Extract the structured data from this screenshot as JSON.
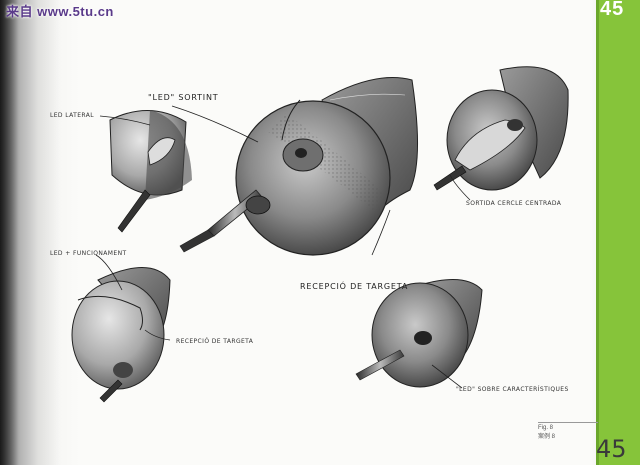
{
  "watermark": "来自 www.5tu.cn",
  "page_number_top": "45",
  "page_number_bottom": "45",
  "figure": {
    "fig": "Fig. 8",
    "caption": "案例 8"
  },
  "annotations": {
    "led_sortint": "\"LED\" SORTINT",
    "led_lateral": "LED LATERAL",
    "recepcio_de_targeta": "RECEPCIÓ DE TARGETA",
    "sortida_cercle_centrada": "SORTIDA CERCLE CENTRADA",
    "led_funcionament": "LED + FUNCIONAMENT",
    "recepcio_targeta_small": "RECEPCIÓ DE TARGETA",
    "led_sobre_caracteristiques": "\"LED\" SOBRE CARACTERÍSTIQUES"
  },
  "colors": {
    "green_tab": "#86c43a",
    "watermark": "#5a3a8a",
    "ink": "#2a2a2a"
  },
  "icons": {
    "sketch_main": "card-reader-sphere",
    "sketch_top_left": "device-sphere-small",
    "sketch_top_right": "device-sphere-small",
    "sketch_bottom_left": "device-sphere-small",
    "sketch_bottom_right": "device-sphere-small"
  }
}
